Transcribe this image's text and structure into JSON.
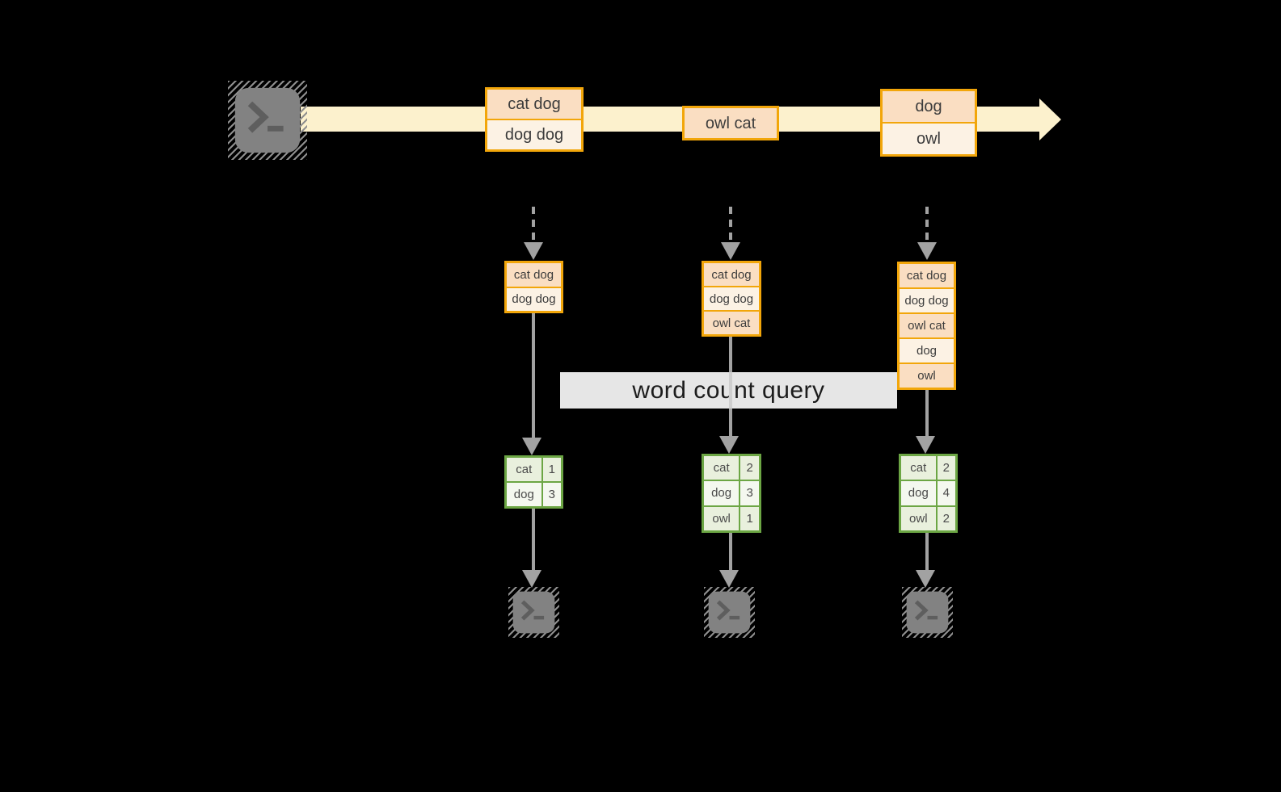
{
  "label": {
    "text": "word count query"
  },
  "stream": {
    "batches": [
      {
        "rows": [
          "cat dog",
          "dog dog"
        ]
      },
      {
        "rows": [
          "owl cat"
        ]
      },
      {
        "rows": [
          "dog",
          "owl"
        ]
      }
    ]
  },
  "columns": [
    {
      "state_rows": [
        "cat dog",
        "dog dog"
      ],
      "count_table": {
        "rows": [
          [
            "cat",
            "1"
          ],
          [
            "dog",
            "3"
          ]
        ]
      }
    },
    {
      "state_rows": [
        "cat dog",
        "dog dog",
        "owl cat"
      ],
      "count_table": {
        "rows": [
          [
            "cat",
            "2"
          ],
          [
            "dog",
            "3"
          ],
          [
            "owl",
            "1"
          ]
        ]
      }
    },
    {
      "state_rows": [
        "cat dog",
        "dog dog",
        "owl cat",
        "dog",
        "owl"
      ],
      "count_table": {
        "rows": [
          [
            "cat",
            "2"
          ],
          [
            "dog",
            "4"
          ],
          [
            "owl",
            "2"
          ]
        ]
      }
    }
  ],
  "icons": {
    "terminal_glyph": ">_"
  },
  "colors": {
    "background": "#000000",
    "stream_fill": "#FCF1CD",
    "box_border": "#F2A60A",
    "row_fill_dark": "#FADEC2",
    "row_fill_light": "#FCF2E4",
    "table_border": "#6CA644",
    "table_row_dark": "#E9F0DD",
    "table_row_light": "#F4F8EF",
    "arrow_gray": "#A2A2A2",
    "icon_gray": "#828282",
    "label_bg": "#FFFFFF",
    "text_dark": "#3C3C3C"
  }
}
